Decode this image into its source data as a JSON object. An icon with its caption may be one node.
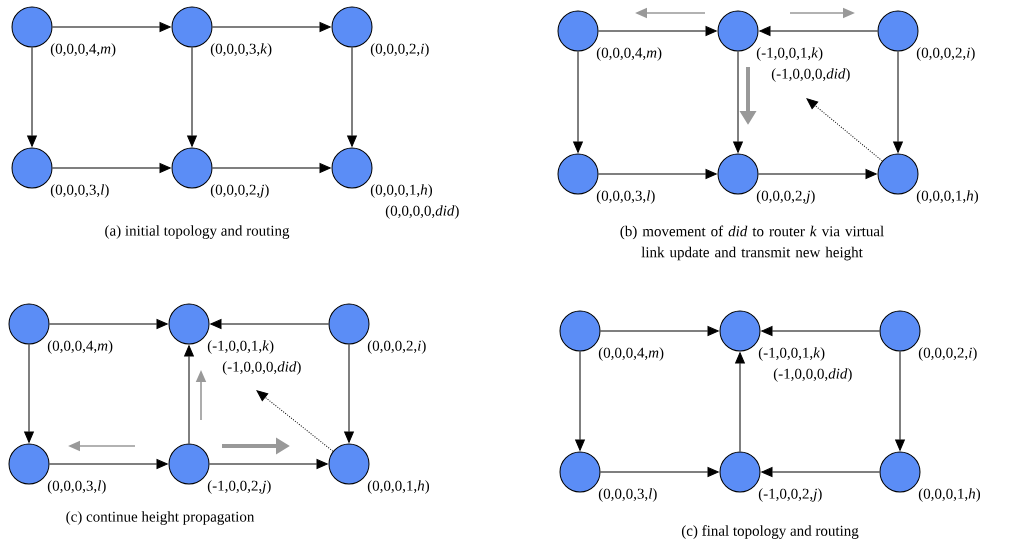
{
  "diagram": {
    "nodes": [
      {
        "text": [],
        "shape": "circle",
        "beside": [
          "(0,0,0,4,*m*)"
        ]
      },
      {
        "text": [],
        "shape": "circle",
        "beside": [
          "(0,0,0,3,*k*)"
        ]
      },
      {
        "text": [],
        "shape": "circle",
        "beside": [
          "(0,0,0,2,*i*)"
        ]
      },
      {
        "text": [],
        "shape": "circle",
        "beside": [
          "(0,0,0,3,*l*)"
        ]
      },
      {
        "text": [],
        "shape": "circle",
        "beside": [
          "(0,0,0,2,*j*)"
        ]
      },
      {
        "text": [],
        "shape": "circle",
        "beside": [
          "(0,0,0,1,*h*)",
          "(0,0,0,0,*did*)"
        ]
      },
      {
        "text": [],
        "shape": "circle",
        "beside": [
          "(0,0,0,4,*m*)"
        ]
      },
      {
        "text": [],
        "shape": "circle",
        "beside": [
          "(-1,0,0,1,*k*)",
          "(-1,0,0,0,*did*)"
        ]
      },
      {
        "text": [],
        "shape": "circle",
        "beside": [
          "(0,0,0,2,*i*)"
        ]
      },
      {
        "text": [],
        "shape": "circle",
        "beside": [
          "(0,0,0,3,*l*)"
        ]
      },
      {
        "text": [],
        "shape": "circle",
        "beside": [
          "(0,0,0,2,*j*)"
        ]
      },
      {
        "text": [],
        "shape": "circle",
        "beside": [
          "(0,0,0,1,*h*)"
        ]
      },
      {
        "text": [],
        "shape": "circle",
        "beside": [
          "(0,0,0,4,*m*)"
        ]
      },
      {
        "text": [],
        "shape": "circle",
        "beside": [
          "(-1,0,0,1,*k*)",
          "(-1,0,0,0,*did*)"
        ]
      },
      {
        "text": [],
        "shape": "circle",
        "beside": [
          "(0,0,0,2,*i*)"
        ]
      },
      {
        "text": [],
        "shape": "circle",
        "beside": [
          "(0,0,0,3,*l*)"
        ]
      },
      {
        "text": [],
        "shape": "circle",
        "beside": [
          "(-1,0,0,2,*j*)"
        ]
      },
      {
        "text": [],
        "shape": "circle",
        "beside": [
          "(0,0,0,1,*h*)"
        ]
      },
      {
        "text": [],
        "shape": "circle",
        "beside": [
          "(0,0,0,4,*m*)"
        ]
      },
      {
        "text": [],
        "shape": "circle",
        "beside": [
          "(-1,0,0,1,*k*)",
          "(-1,0,0,0,*did*)"
        ]
      },
      {
        "text": [],
        "shape": "circle",
        "beside": [
          "(0,0,0,2,*i*)"
        ]
      },
      {
        "text": [],
        "shape": "circle",
        "beside": [
          "(0,0,0,3,*l*)"
        ]
      },
      {
        "text": [],
        "shape": "circle",
        "beside": [
          "(-1,0,0,2,*j*)"
        ]
      },
      {
        "text": [],
        "shape": "circle",
        "beside": [
          "(0,0,0,1,*h*)"
        ]
      }
    ],
    "edges": [
      {
        "from": 0,
        "to": 1,
        "arrow": "to"
      },
      {
        "from": 1,
        "to": 2,
        "arrow": "to"
      },
      {
        "from": 0,
        "to": 3,
        "arrow": "to"
      },
      {
        "from": 1,
        "to": 4,
        "arrow": "to"
      },
      {
        "from": 2,
        "to": 5,
        "arrow": "to"
      },
      {
        "from": 3,
        "to": 4,
        "arrow": "to"
      },
      {
        "from": 4,
        "to": 5,
        "arrow": "to"
      },
      {
        "from": 6,
        "to": 7,
        "arrow": "to"
      },
      {
        "from": 8,
        "to": 7,
        "arrow": "to"
      },
      {
        "from": 6,
        "to": 9,
        "arrow": "to"
      },
      {
        "from": 7,
        "to": 10,
        "arrow": "to"
      },
      {
        "from": 8,
        "to": 11,
        "arrow": "to"
      },
      {
        "from": 9,
        "to": 10,
        "arrow": "to"
      },
      {
        "from": 10,
        "to": 11,
        "arrow": "to"
      },
      {
        "from": 11,
        "to": null,
        "arrow": "to",
        "style": "dashed"
      },
      {
        "from": 12,
        "to": 13,
        "arrow": "to"
      },
      {
        "from": 14,
        "to": 13,
        "arrow": "to"
      },
      {
        "from": 12,
        "to": 15,
        "arrow": "to"
      },
      {
        "from": 16,
        "to": 13,
        "arrow": "to"
      },
      {
        "from": 14,
        "to": 17,
        "arrow": "to"
      },
      {
        "from": 15,
        "to": 16,
        "arrow": "to"
      },
      {
        "from": 16,
        "to": 17,
        "arrow": "to"
      },
      {
        "from": 17,
        "to": null,
        "arrow": "to",
        "style": "dashed"
      },
      {
        "from": 18,
        "to": 19,
        "arrow": "to"
      },
      {
        "from": 20,
        "to": 19,
        "arrow": "to"
      },
      {
        "from": 18,
        "to": 21,
        "arrow": "to"
      },
      {
        "from": 22,
        "to": 19,
        "arrow": "to"
      },
      {
        "from": 20,
        "to": 23,
        "arrow": "to"
      },
      {
        "from": 21,
        "to": 22,
        "arrow": "to"
      },
      {
        "from": 23,
        "to": 22,
        "arrow": "to"
      }
    ],
    "labels": [
      "(a) initial topology and routing",
      "(b) movement of *did* to router *k* via virtual link update and transmit new height",
      "(c) continue height propagation",
      "(c) final topology and routing"
    ]
  }
}
